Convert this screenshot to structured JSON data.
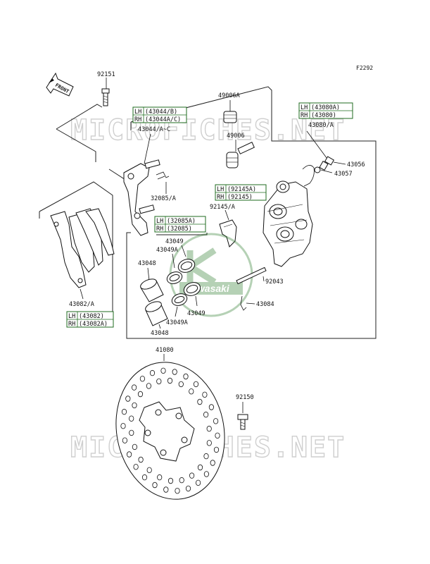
{
  "figure_id": "F2292",
  "front_arrow": "FRONT",
  "watermarks": [
    "MICROFICHES.NET",
    "MICROFICHES.NET"
  ],
  "center_logo": "Kawasaki",
  "colors": {
    "tag_border": "#1f6b1f",
    "logo": "#2e7d2e",
    "watermark": "#cfcfcf"
  },
  "labels": {
    "bolt_top": "92151",
    "seal_top": "49006A",
    "seal_boot": "49006",
    "bracket": "43044/A~C",
    "bracket_lh": "LH",
    "bracket_lh_val": "(43044/B)",
    "bracket_rh": "RH",
    "bracket_rh_val": "(43044A/C)",
    "caliper": "43080/A",
    "caliper_lh": "LH",
    "caliper_lh_val": "(43080A)",
    "caliper_rh": "RH",
    "caliper_rh_val": "(43080)",
    "bleeder": "43056",
    "bleeder_cap": "43057",
    "spring": "92145/A",
    "spring_lh": "LH",
    "spring_lh_val": "(92145A)",
    "spring_rh": "RH",
    "spring_rh_val": "(92145)",
    "clip": "32085/A",
    "clip_lh": "LH",
    "clip_lh_val": "(32085A)",
    "clip_rh": "RH",
    "clip_rh_val": "(32085)",
    "pads": "43082/A",
    "pads_lh": "LH",
    "pads_lh_val": "(43082)",
    "pads_rh": "RH",
    "pads_rh_val": "(43082A)",
    "seal_1": "43049",
    "seal_1a": "43049A",
    "piston_1": "43048",
    "pin": "92043",
    "pin_clip": "43084",
    "seal_2": "43049",
    "seal_2a": "43049A",
    "piston_2": "43048",
    "disc": "41080",
    "disc_bolt": "92150"
  }
}
